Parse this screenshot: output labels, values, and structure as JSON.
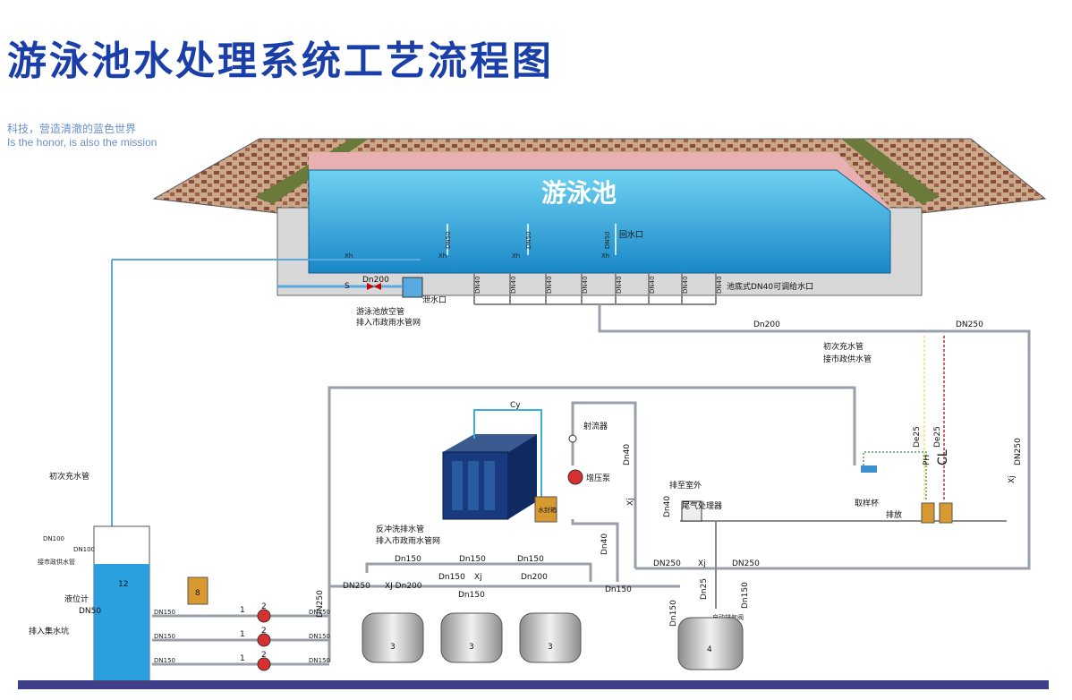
{
  "title": "游泳池水处理系统工艺流程图",
  "slogan": {
    "cn": "科技，营造清澈的蓝色世界",
    "en": "Is the honor, is also the mission"
  },
  "pool": {
    "name": "游泳池",
    "return_outlet": "回水口",
    "dn50": "DN50",
    "xh": "Xh",
    "dn40": "DN40",
    "drain_port": "泄水口",
    "inlet_note": "池底式DN40可调给水口",
    "drain_pipe": "Dn200",
    "empty_pipe_1": "游泳池放空管",
    "empty_pipe_2": "排入市政雨水管网"
  },
  "labels": {
    "dn200": "Dn200",
    "dn250": "DN250",
    "first_fill_1": "初次充水管",
    "first_fill_2": "接市政供水管",
    "cy": "Cy",
    "ejector": "射流器",
    "booster": "增压泵",
    "water_seal": "水封箱",
    "dn40": "Dn40",
    "xj": "Xj",
    "exhaust_out": "排至室外",
    "exhaust_unit": "尾气处理器",
    "de25": "De25",
    "ph": "PH",
    "cl": "CL",
    "sampling_cup": "取样杯",
    "discharge": "排放",
    "backwash_1": "反冲洗排水管",
    "backwash_2": "排入市政雨水管网",
    "dn150": "Dn150",
    "dn150u": "DN150",
    "dn200b": "Dn200",
    "xj_dn200": "XJ Dn200",
    "dn25": "Dn25",
    "auto_vent": "自动排气阀",
    "dn100": "DN100",
    "first_fill_left": "初次充水管",
    "supply_left": "接市政供水管",
    "level_gauge": "液位计",
    "sump": "排入集水坑",
    "tank_no": "12",
    "dn50": "DN50"
  }
}
